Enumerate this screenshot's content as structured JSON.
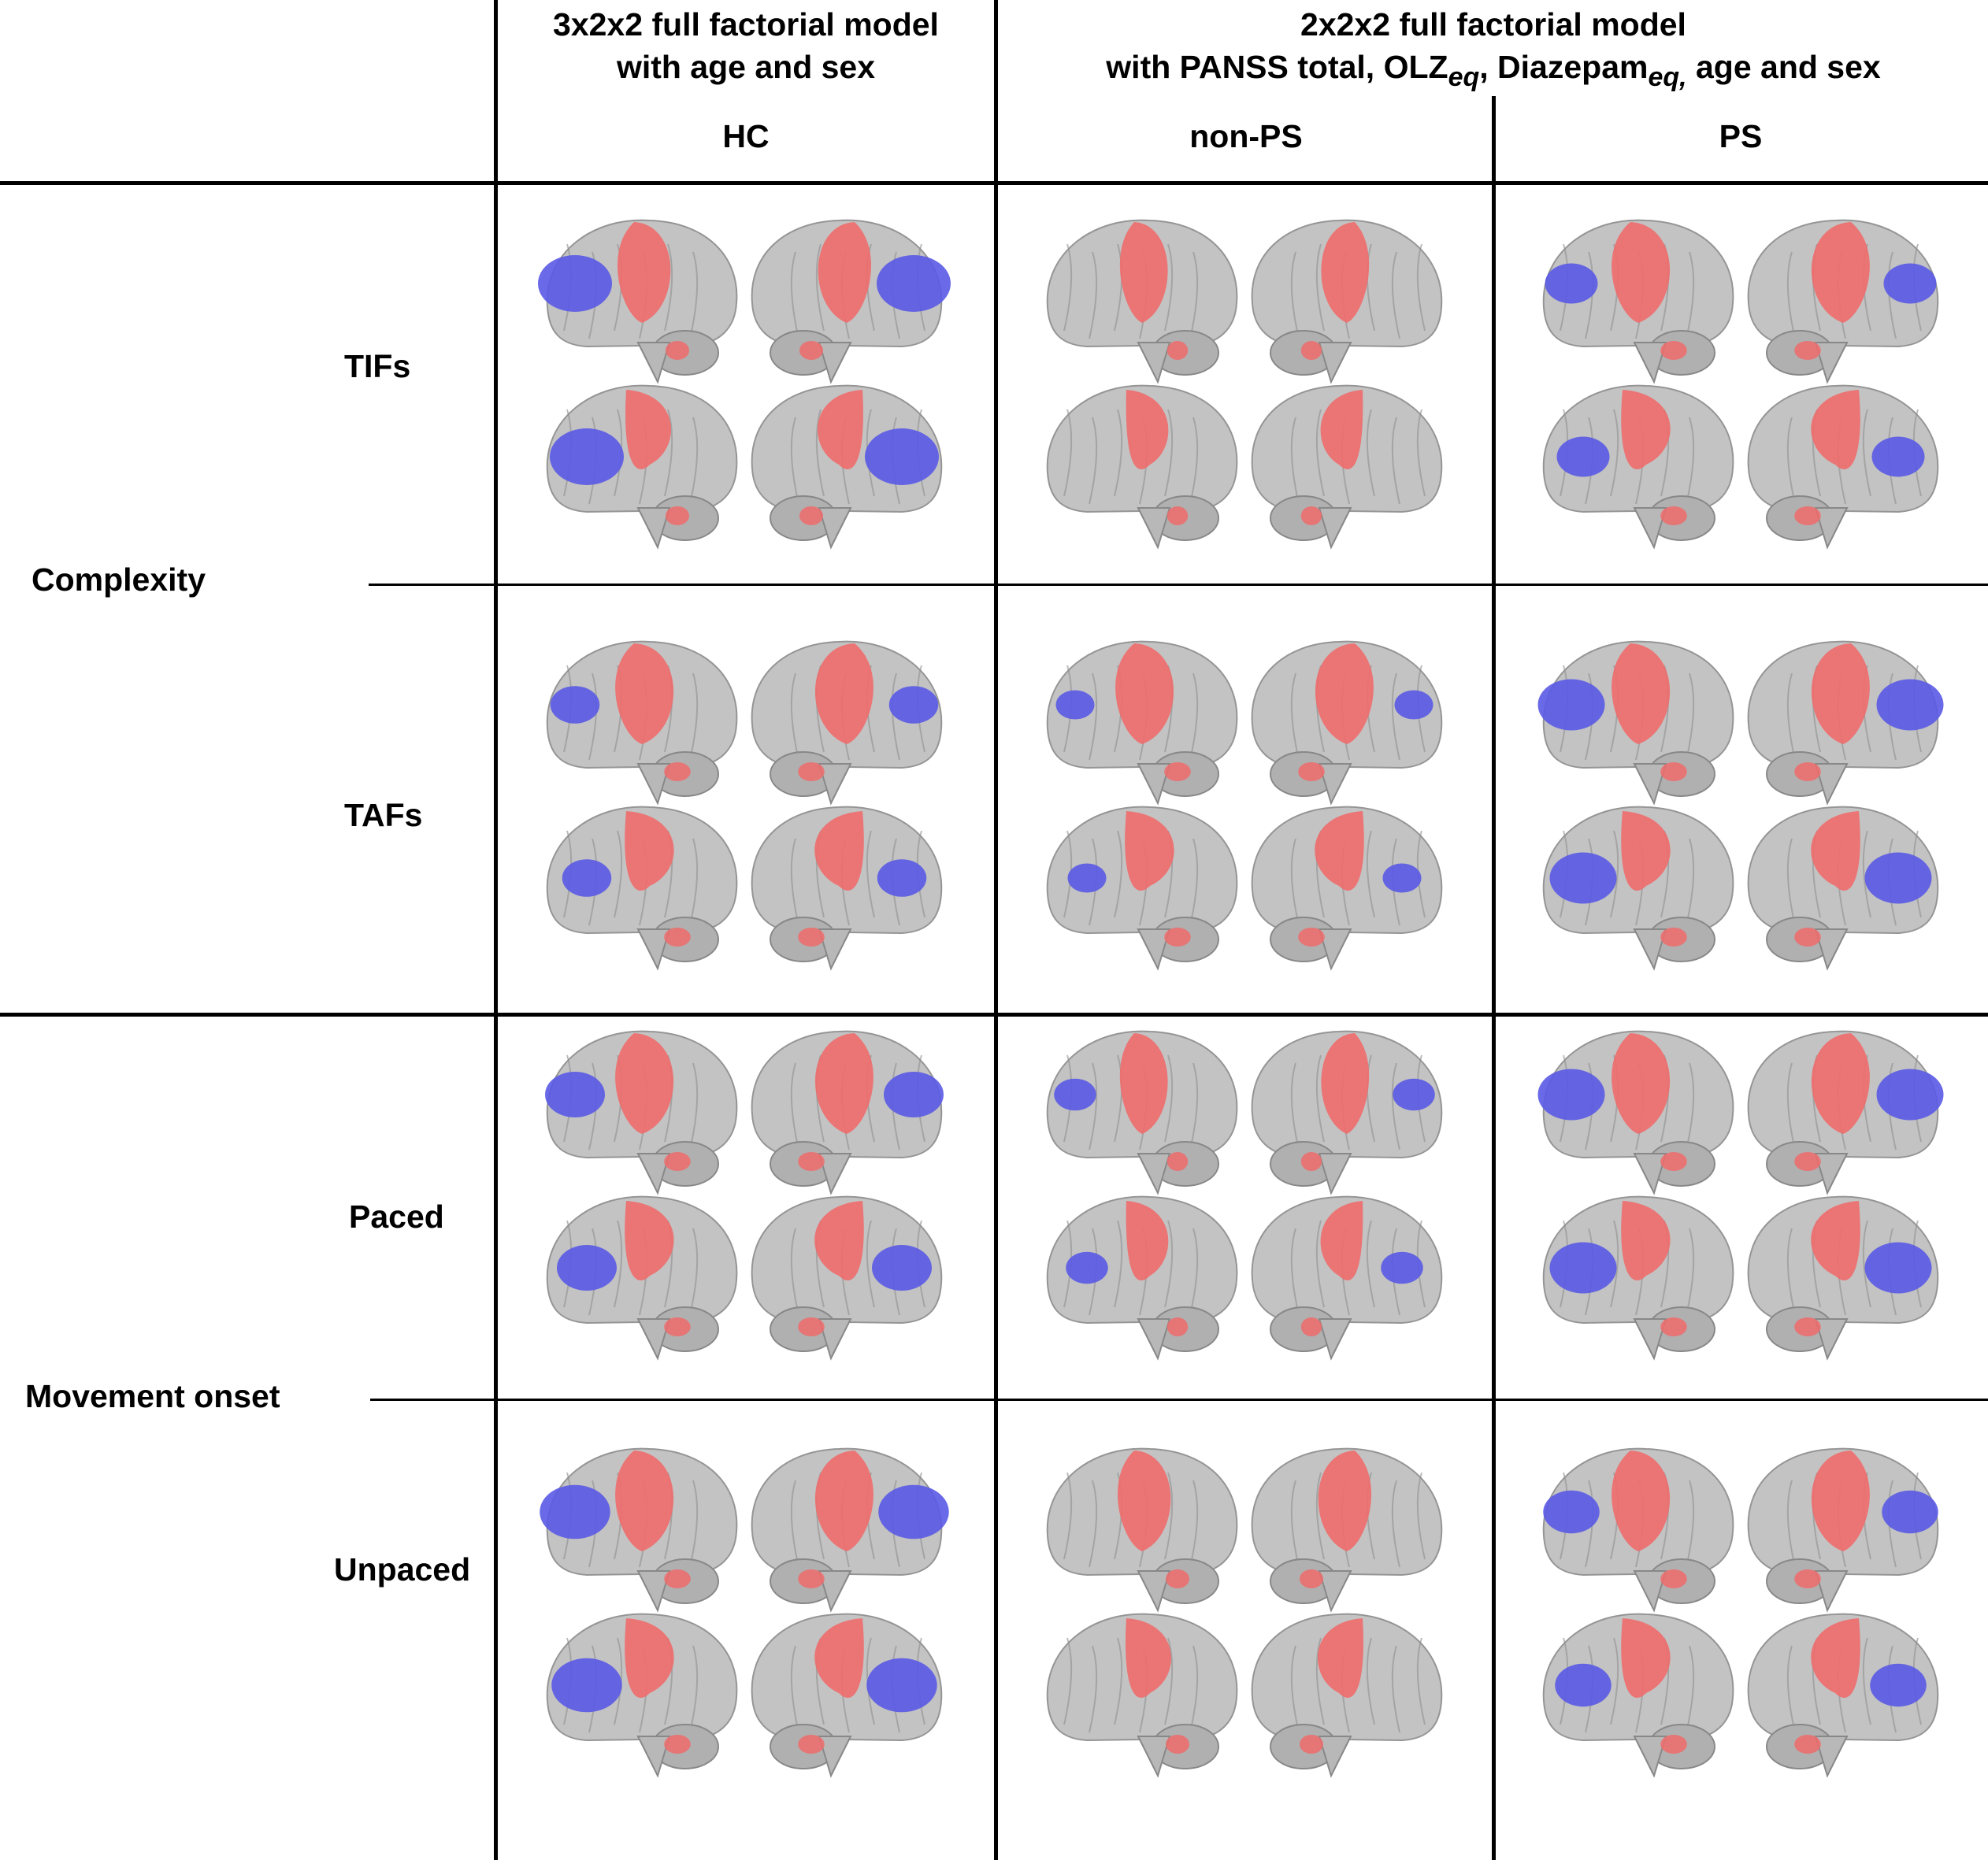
{
  "headers": {
    "model_a": {
      "line1": "3x2x2 full factorial model",
      "line2": "with age and  sex"
    },
    "model_b": {
      "line1": "2x2x2 full factorial model",
      "line2_pre": "with PANSS total, OLZ",
      "sub1": "eq",
      "line2_mid": ", Diazepam",
      "sub2": "eq,",
      "line2_post": " age and  sex"
    }
  },
  "columns": [
    "HC",
    "non-PS",
    "PS"
  ],
  "groups": [
    "Complexity",
    "Movement onset"
  ],
  "rows": [
    "TIFs",
    "TAFs",
    "Paced",
    "Unpaced"
  ],
  "legend_colors": {
    "red": "#f06b6b",
    "blue": "#5a5ae6",
    "brain": "#bdbdbd"
  },
  "panels": [
    {
      "row": "TIFs",
      "col": "HC",
      "red": 0.5,
      "blue": 0.6
    },
    {
      "row": "TIFs",
      "col": "non-PS",
      "red": 0.4,
      "blue": 0.0
    },
    {
      "row": "TIFs",
      "col": "PS",
      "red": 0.6,
      "blue": 0.3
    },
    {
      "row": "TAFs",
      "col": "HC",
      "red": 0.6,
      "blue": 0.25
    },
    {
      "row": "TAFs",
      "col": "non-PS",
      "red": 0.6,
      "blue": 0.1
    },
    {
      "row": "TAFs",
      "col": "PS",
      "red": 0.6,
      "blue": 0.5
    },
    {
      "row": "Paced",
      "col": "HC",
      "red": 0.6,
      "blue": 0.4
    },
    {
      "row": "Paced",
      "col": "non-PS",
      "red": 0.4,
      "blue": 0.15
    },
    {
      "row": "Paced",
      "col": "PS",
      "red": 0.6,
      "blue": 0.5
    },
    {
      "row": "Unpaced",
      "col": "HC",
      "red": 0.6,
      "blue": 0.55
    },
    {
      "row": "Unpaced",
      "col": "non-PS",
      "red": 0.5,
      "blue": 0.0
    },
    {
      "row": "Unpaced",
      "col": "PS",
      "red": 0.6,
      "blue": 0.35
    }
  ]
}
